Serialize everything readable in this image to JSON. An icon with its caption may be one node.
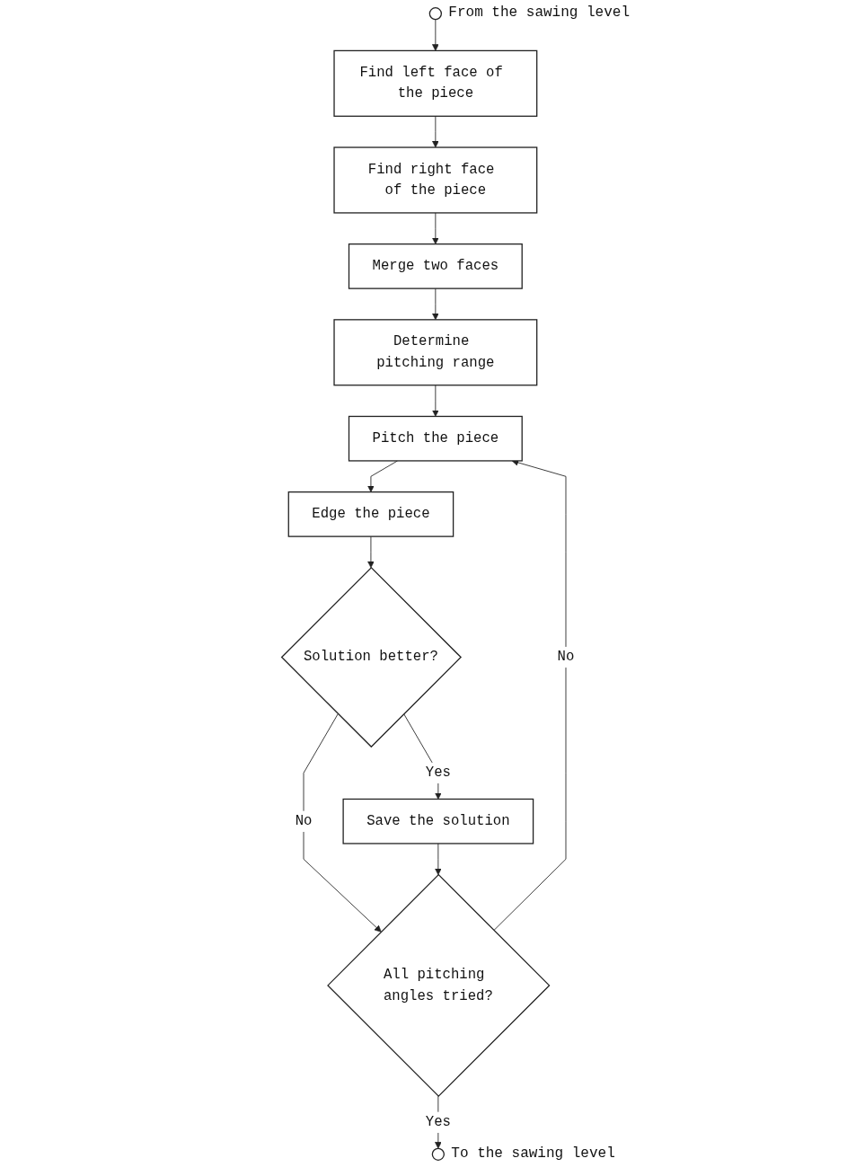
{
  "diagram": {
    "nodes": [
      {
        "text": [],
        "shape": "circle",
        "beside": [
          "From the sawing level"
        ]
      },
      {
        "text": [
          "Find left face of the piece"
        ]
      },
      {
        "text": [
          "Find right face of the piece"
        ]
      },
      {
        "text": [
          "Merge two faces"
        ]
      },
      {
        "text": [
          "Determine pitching range"
        ]
      },
      {
        "text": [
          "Pitch the piece"
        ]
      },
      {
        "text": [
          "Edge the piece"
        ]
      },
      {
        "text": [
          "Solution better?"
        ]
      },
      {
        "text": [
          "All pitching angles tried?"
        ]
      },
      {
        "text": [
          "Save the solution"
        ]
      },
      {
        "text": [],
        "shape": "circle",
        "beside": [
          "To the sawing level"
        ]
      }
    ],
    "edges": [
      {
        "from": 0,
        "to": 1,
        "arrow": "to"
      },
      {
        "from": 1,
        "to": 2,
        "arrow": "to"
      },
      {
        "from": 2,
        "to": 3,
        "arrow": "to"
      },
      {
        "from": 3,
        "to": 4,
        "arrow": "to"
      },
      {
        "from": 4,
        "to": 5,
        "arrow": "to"
      },
      {
        "from": 5,
        "to": 6,
        "arrow": "to"
      },
      {
        "from": 6,
        "to": 7,
        "arrow": "to"
      },
      {
        "from": 7,
        "to": 8,
        "arrow": "to",
        "label": "No"
      },
      {
        "from": 7,
        "to": 9,
        "arrow": "to",
        "label": "Yes"
      },
      {
        "from": 9,
        "to": 8,
        "arrow": "to"
      },
      {
        "from": 8,
        "to": 5,
        "arrow": "to",
        "label": "No"
      },
      {
        "from": 8,
        "to": 10,
        "arrow": "to",
        "label": "Yes"
      }
    ]
  }
}
